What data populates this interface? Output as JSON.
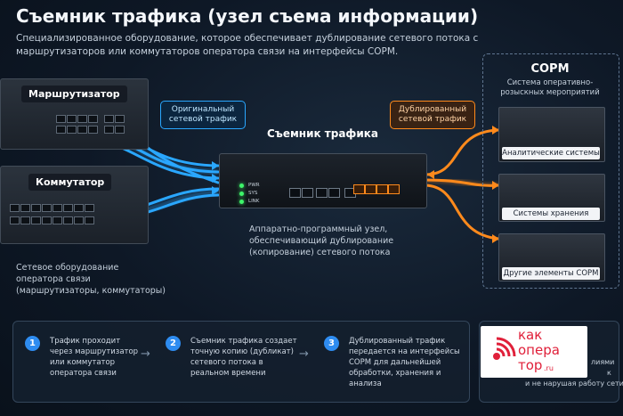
{
  "title": "Съемник трафика (узел съема информации)",
  "subtitle": "Специализированное оборудование, которое обеспечивает дублирование сетевого потока с маршрутизаторов или коммутаторов оператора связи на интерфейсы СОРМ.",
  "router_label": "Маршрутизатор",
  "switch_label": "Коммутатор",
  "operator_caption": "Сетевое оборудование оператора связи (маршрутизаторы, коммутаторы)",
  "original_traffic": "Оригинальный сетевой трафик",
  "duplicated_traffic": "Дублированный сетевой трафик",
  "tap_title": "Съемник трафика",
  "tap_leds": [
    "PWR",
    "SYS",
    "LINK"
  ],
  "tap_caption": "Аппаратно-программный узел, обеспечивающий дублирование (копирование) сетевого потока",
  "sorm": {
    "title": "СОРМ",
    "subtitle": "Система оперативно-розыскных мероприятий",
    "systems": [
      "Аналитические системы",
      "Системы хранения",
      "Другие элементы СОРМ"
    ]
  },
  "steps": [
    {
      "num": "1",
      "text": "Трафик проходит через маршрутизатор или коммутатор оператора связи"
    },
    {
      "num": "2",
      "text": "Съемник трафика создает точную копию (дубликат) сетевого потока в реальном времени"
    },
    {
      "num": "3",
      "text": "Дублированный трафик передается на интерфейсы СОРМ для дальнейшей обработки, хранения и анализа"
    }
  ],
  "side_note_fragments": [
    "лиями",
    "к",
    "и не нарушая работу сети"
  ],
  "logo": {
    "line1": "как",
    "line2": "опера",
    "line3": "тор",
    "suffix": ".ru"
  },
  "colors": {
    "original": "#2aa7ff",
    "duplicated": "#ff8a1c",
    "led": "#3ef56a",
    "logo": "#e0203a"
  },
  "icons": {
    "step_arrow": "arrow-right-icon",
    "logo_mark": "signal-waves-icon"
  }
}
